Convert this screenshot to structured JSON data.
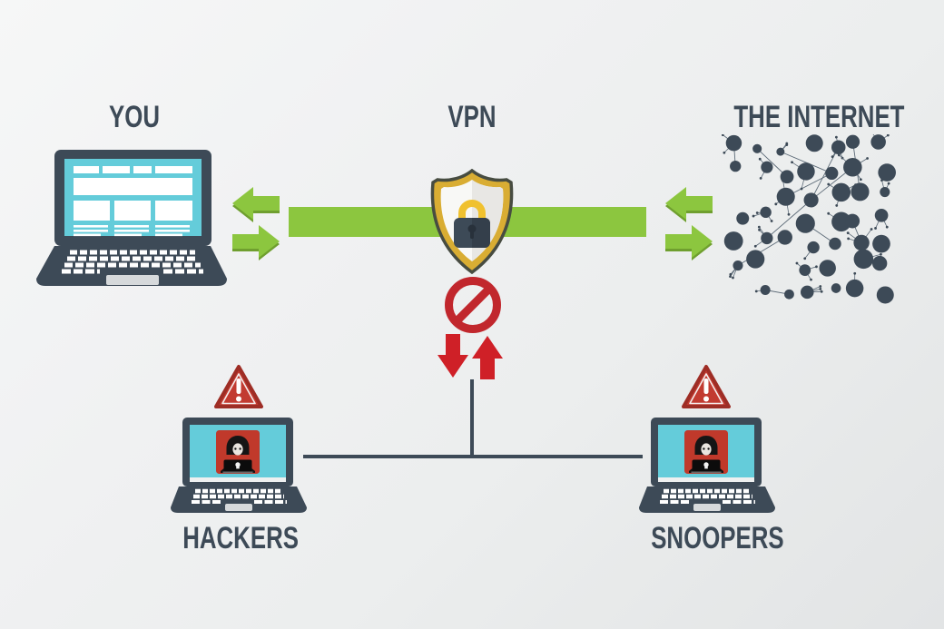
{
  "labels": {
    "you": "YOU",
    "vpn": "VPN",
    "internet": "THE INTERNET",
    "hackers": "HACKERS",
    "snoopers": "SNOOPERS"
  },
  "icons": {
    "you": "laptop-icon",
    "vpn": "shield-lock-icon",
    "internet": "network-nodes-icon",
    "hackers": "hacker-laptop-icon",
    "snoopers": "hacker-laptop-icon",
    "vpn_tunnel": "green-tunnel-band",
    "traffic": [
      "arrow-left-icon",
      "arrow-right-icon"
    ],
    "blocked": [
      "no-entry-icon",
      "arrow-down-icon",
      "arrow-up-icon"
    ],
    "threat_badge": "warning-triangle-icon"
  },
  "colors": {
    "slate": "#3d4a57",
    "screen_cyan": "#64ccda",
    "green": "#8cc63f",
    "green_dark": "#6f9f2f",
    "gold": "#d9ad33",
    "gold_bright": "#f0c12f",
    "shield_outline": "#474c41",
    "red": "#cf2027",
    "no_entry_red": "#c1272d",
    "warning_fill": "#c23b31",
    "warning_border": "#9e2d25",
    "hacker_red": "#c0392b",
    "background_light": "#f2f3f4",
    "background_dark": "#e2e4e5",
    "trackpad_gray": "#d6d9db"
  }
}
